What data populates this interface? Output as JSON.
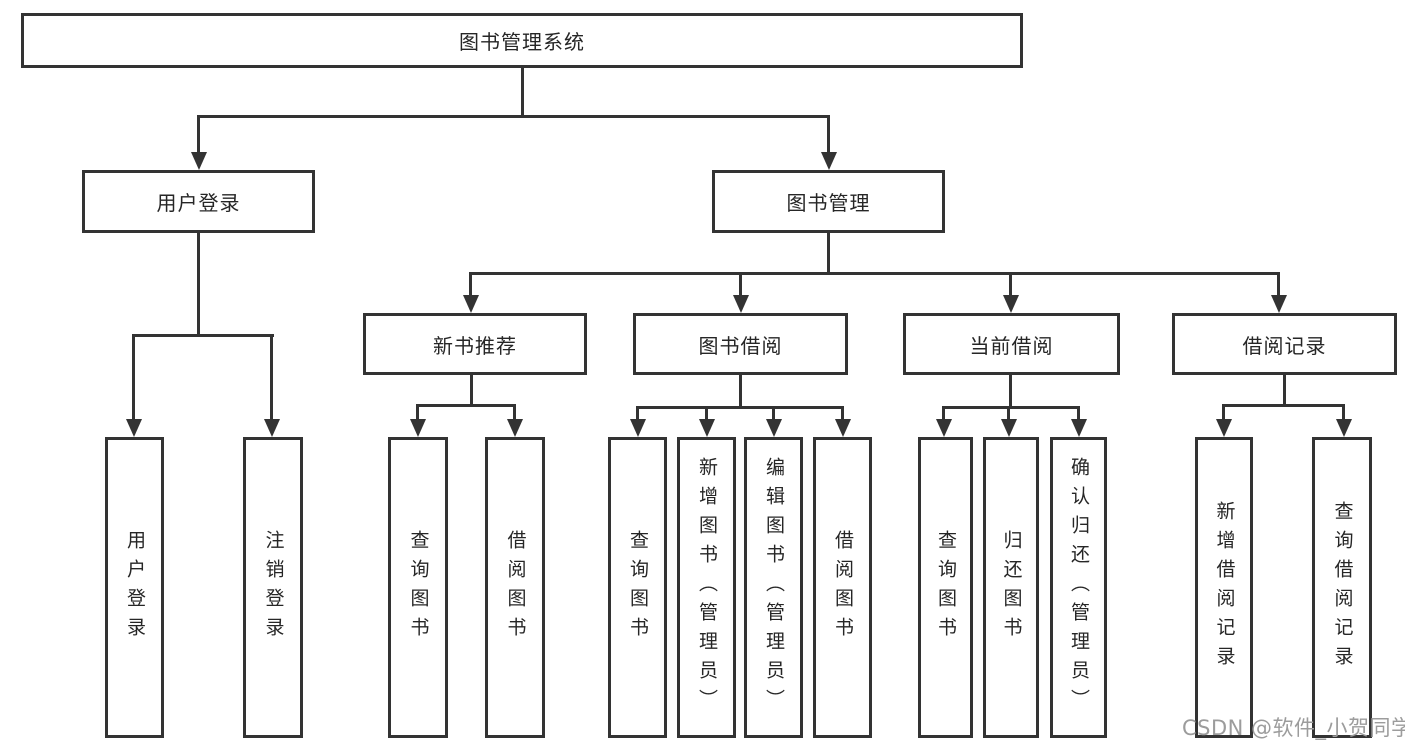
{
  "diagram": {
    "title": "图书管理系统",
    "watermark": "CSDN @软件_小贺同学",
    "colors": {
      "line": "#333333",
      "text": "#262626",
      "watermark": "#9c9c9c",
      "background": "#ffffff"
    },
    "root": {
      "label": "图书管理系统"
    },
    "level2": [
      {
        "label": "用户登录",
        "children": [
          "用户登录",
          "注销登录"
        ]
      },
      {
        "label": "图书管理"
      }
    ],
    "level3": [
      {
        "label": "新书推荐",
        "children": [
          "查询图书",
          "借阅图书"
        ]
      },
      {
        "label": "图书借阅",
        "children": [
          "查询图书",
          "新增图书（管理员）",
          "编辑图书（管理员）",
          "借阅图书"
        ]
      },
      {
        "label": "当前借阅",
        "children": [
          "查询图书",
          "归还图书",
          "确认归还（管理员）"
        ]
      },
      {
        "label": "借阅记录",
        "children": [
          "新增借阅记录",
          "查询借阅记录"
        ]
      }
    ]
  }
}
